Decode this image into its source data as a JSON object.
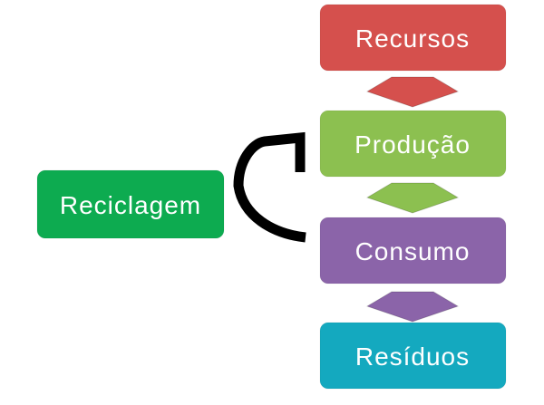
{
  "canvas": {
    "background_color": "#ffffff",
    "text_color": "#ffffff"
  },
  "diagram": {
    "type": "cycle-flow",
    "flow_nodes": [
      {
        "label": "Recursos",
        "color": "#d5504d"
      },
      {
        "label": "Produção",
        "color": "#8cc050"
      },
      {
        "label": "Consumo",
        "color": "#8b64a9"
      },
      {
        "label": "Resíduos",
        "color": "#14a9bf"
      }
    ],
    "flow_connectors": [
      {
        "from": "Recursos",
        "to": "Produção",
        "color": "#d5504d"
      },
      {
        "from": "Produção",
        "to": "Consumo",
        "color": "#8cc050"
      },
      {
        "from": "Consumo",
        "to": "Resíduos",
        "color": "#8b64a9"
      }
    ],
    "left_node": {
      "label": "Reciclagem",
      "color": "#0dab50"
    },
    "recycle_arrow": {
      "from": "Consumo",
      "to": "Produção",
      "color": "#000000"
    }
  }
}
